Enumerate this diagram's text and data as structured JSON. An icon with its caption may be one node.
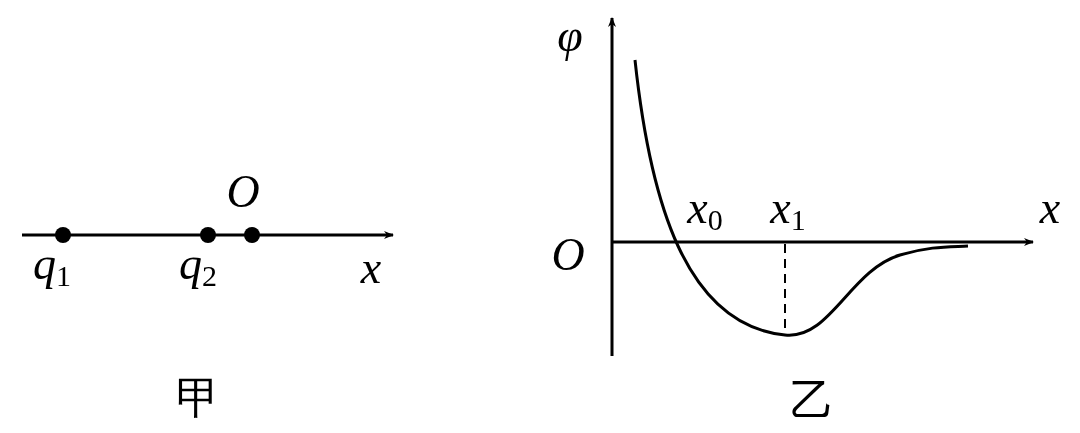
{
  "diagram": {
    "labels": [
      "O",
      "*q*$_{1}$",
      "*q*$_{2}$",
      "x",
      "甲",
      "φ",
      "*x*$_{0}$",
      "*x*$_{1}$",
      "x",
      "O",
      "乙"
    ]
  }
}
